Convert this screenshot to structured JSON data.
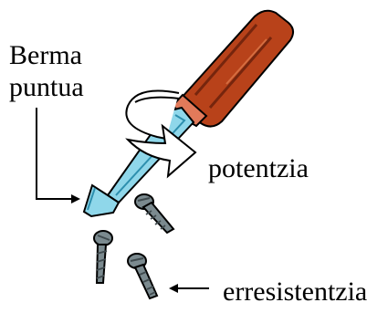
{
  "labels": {
    "tip_line1": "Berma",
    "tip_line2": "puntua",
    "force": "potentzia",
    "resistance": "erresistentzia"
  },
  "colors": {
    "handle": "#b8421a",
    "handle_dark": "#5a1a08",
    "ferrule": "#e27a5a",
    "shaft": "#8fd7ea",
    "shaft_dark": "#2d8fae",
    "screw": "#7b8a8f",
    "screw_dark": "#3f4a4e",
    "outline": "#000000"
  }
}
